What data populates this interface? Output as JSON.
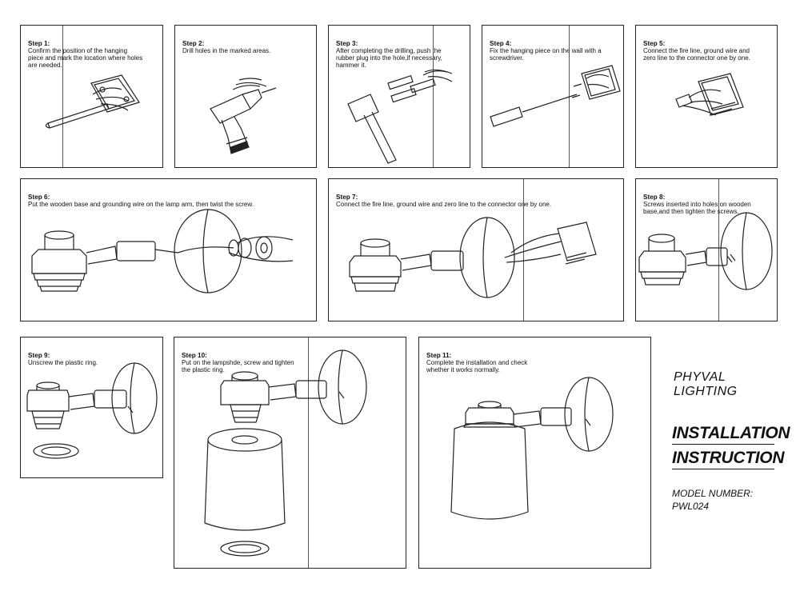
{
  "steps": [
    {
      "title": "Step 1:",
      "text": [
        "Confirm the position of the hanging",
        "piece and mark the location where holes",
        "are needed."
      ]
    },
    {
      "title": "Step 2:",
      "text": [
        "Drill holes in the marked areas."
      ]
    },
    {
      "title": "Step 3:",
      "text": [
        "After completing the drilling, push the",
        "rubber plug into the hole,if necessary,",
        "hammer it."
      ]
    },
    {
      "title": "Step 4:",
      "text": [
        "Fix the hanging piece on the wall with a",
        "screwdriver."
      ]
    },
    {
      "title": "Step 5:",
      "text": [
        "Connect the fire line, ground wire and",
        "zero line to the connector one by one."
      ]
    },
    {
      "title": "Step 6:",
      "text": [
        "Put the wooden base and grounding wire on the lamp arm, then twist the screw."
      ]
    },
    {
      "title": "Step 7:",
      "text": [
        "Connect the fire line, ground wire and zero line to the connector one by one."
      ]
    },
    {
      "title": "Step 8:",
      "text": [
        "Screws inserted into holes on wooden",
        "base,and then tighten the screws."
      ]
    },
    {
      "title": "Step 9:",
      "text": [
        "Unscrew the plastic ring."
      ]
    },
    {
      "title": "Step 10:",
      "text": [
        "Put on the lampshde, screw and tighten",
        "the plastic ring."
      ]
    },
    {
      "title": "Step 11:",
      "text": [
        "Complete the installation and check",
        "whether it works normally."
      ]
    }
  ],
  "brand": {
    "line1": "PHYVAL",
    "line2": "LIGHTING"
  },
  "doc_title": {
    "line1": "INSTALLATION",
    "line2": "INSTRUCTION"
  },
  "model": {
    "label": "MODEL NUMBER:",
    "value": "PWL024"
  }
}
